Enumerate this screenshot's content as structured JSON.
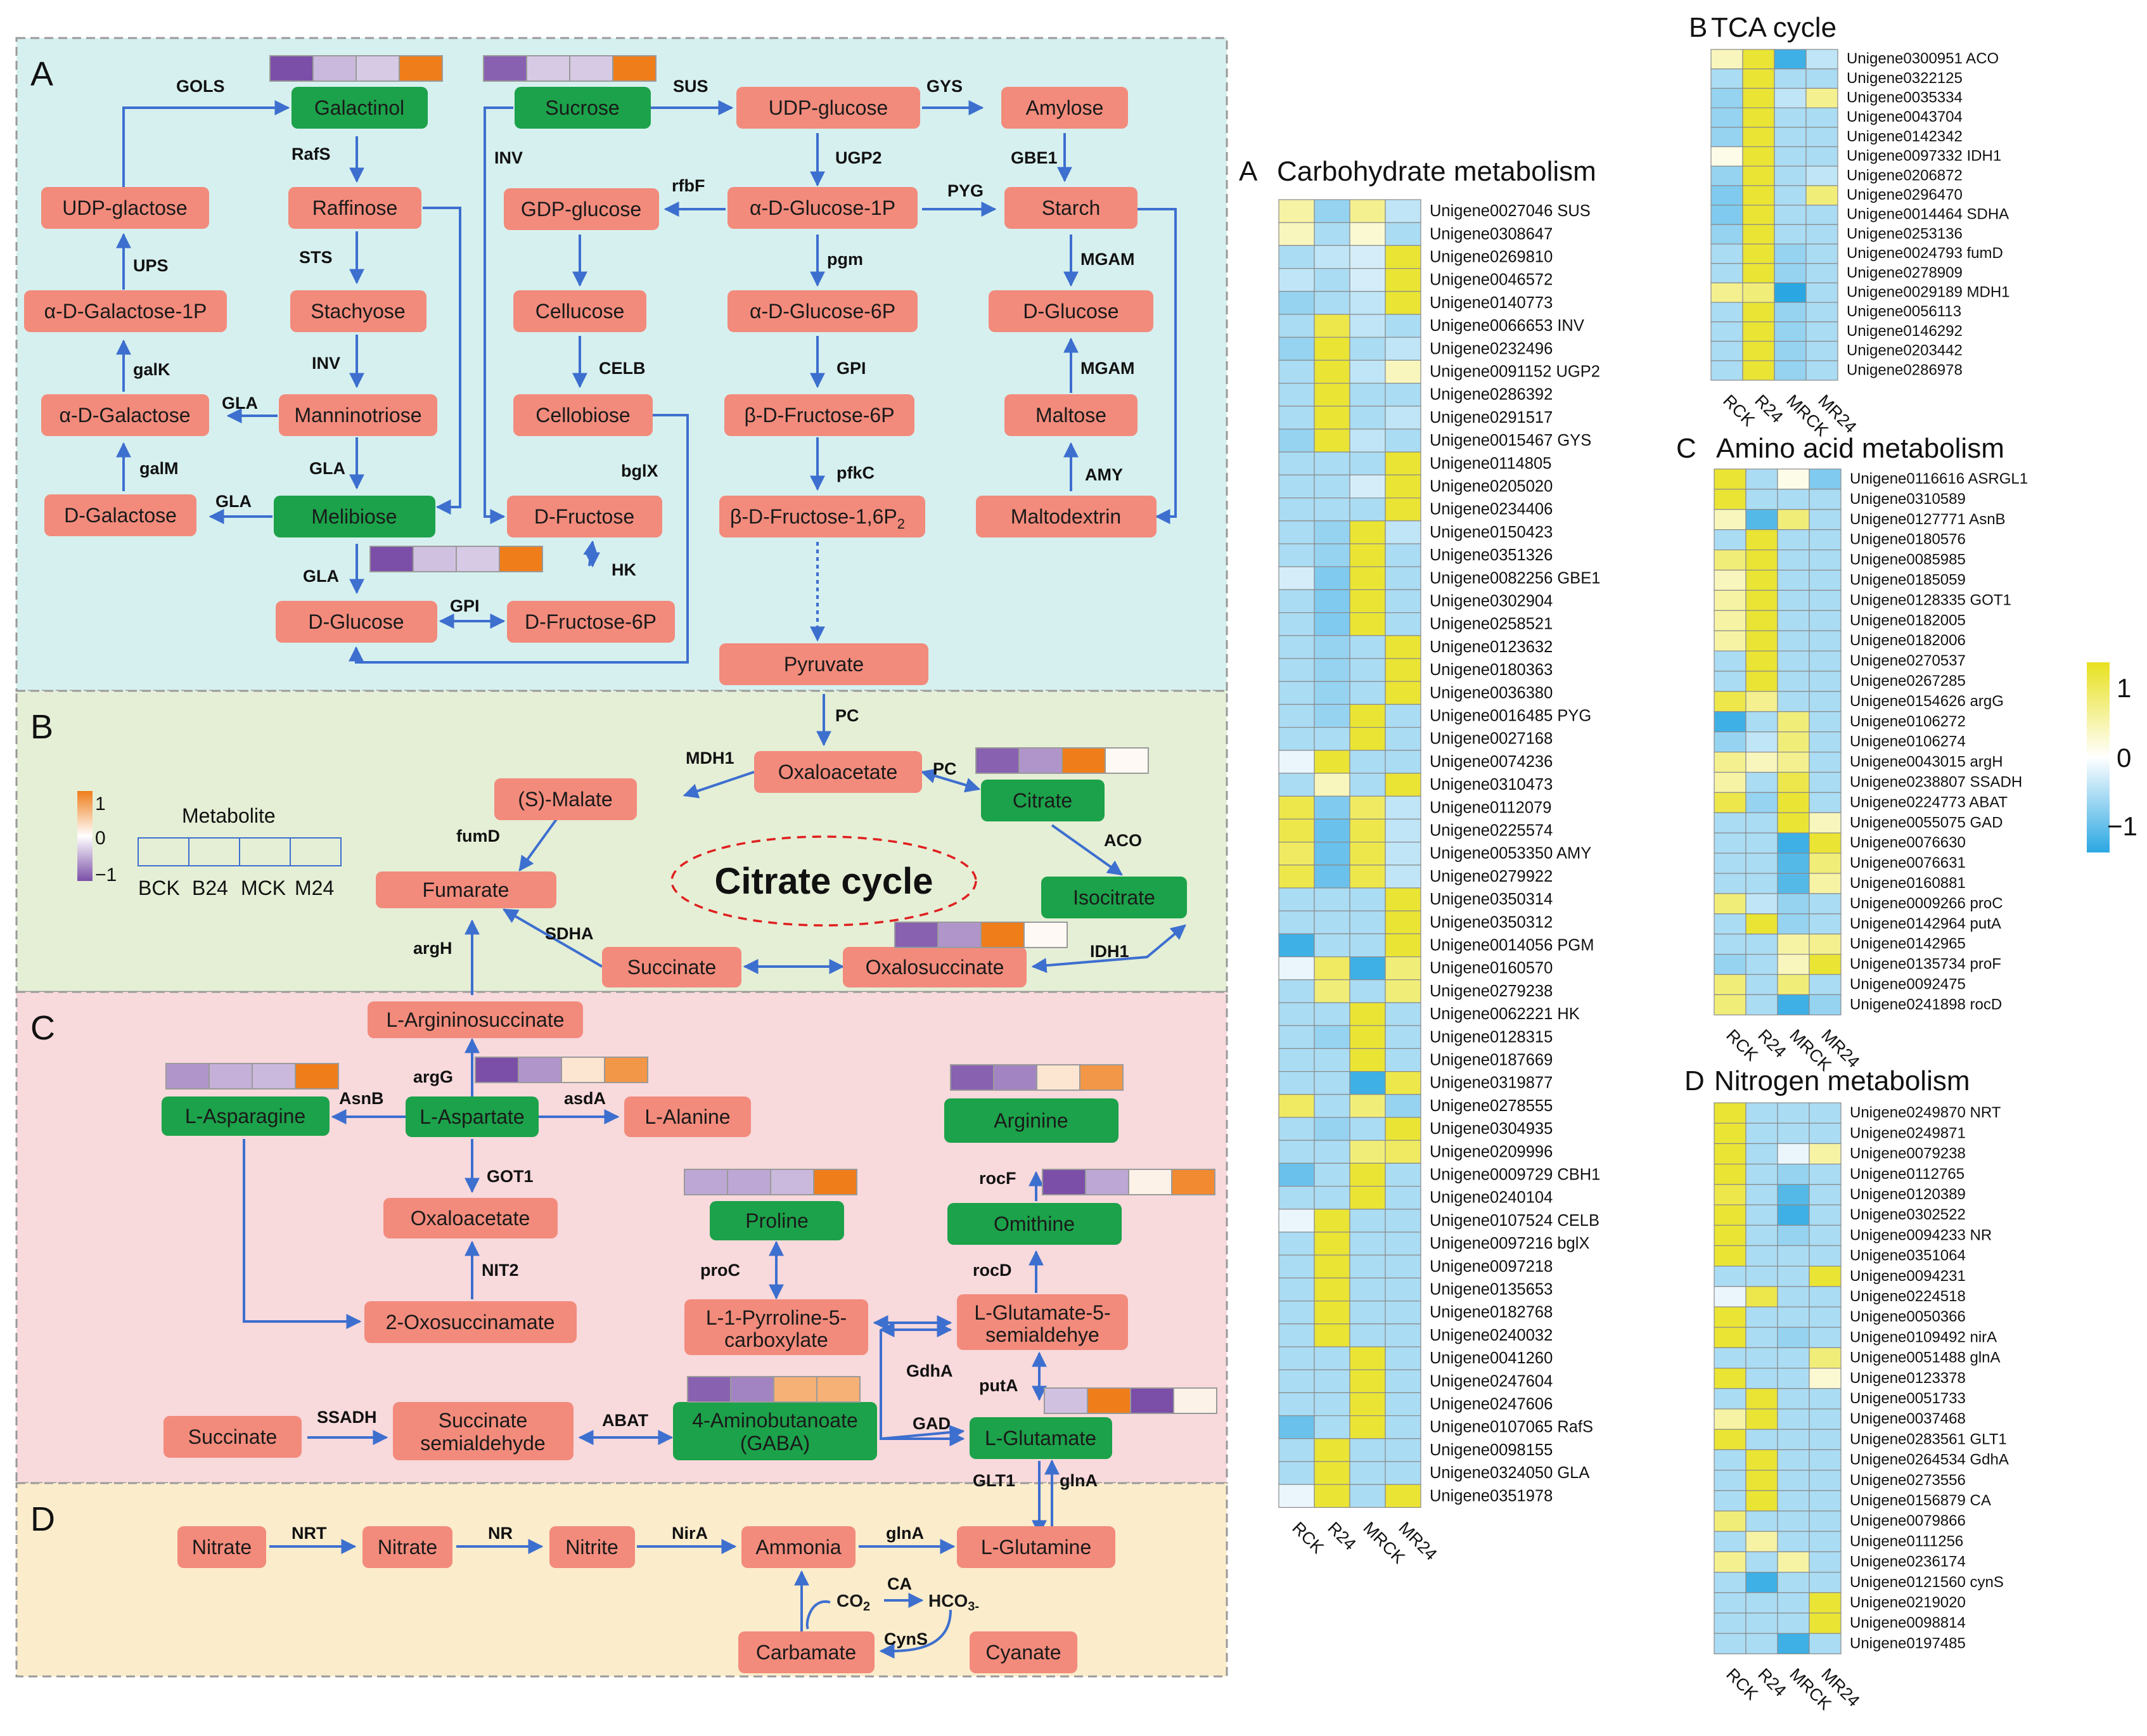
{
  "panels": {
    "A": {
      "letter": "A"
    },
    "B": {
      "letter": "B"
    },
    "C": {
      "letter": "C"
    },
    "D": {
      "letter": "D"
    }
  },
  "nodes": {
    "galactinol": "Galactinol",
    "sucrose": "Sucrose",
    "udp_glucose": "UDP-glucose",
    "amylose": "Amylose",
    "udp_glactose": "UDP-glactose",
    "raffinose": "Raffinose",
    "gdp_glucose": "GDP-glucose",
    "a_d_glucose_1p": "α-D-Glucose-1P",
    "starch": "Starch",
    "a_d_galactose_1p": "α-D-Galactose-1P",
    "stachyose": "Stachyose",
    "cellucose": "Cellucose",
    "a_d_glucose_6p": "α-D-Glucose-6P",
    "d_glucose_top": "D-Glucose",
    "a_d_galactose": "α-D-Galactose",
    "manninotriose": "Manninotriose",
    "cellobiose": "Cellobiose",
    "b_d_fructose_6p": "β-D-Fructose-6P",
    "maltose": "Maltose",
    "d_galactose": "D-Galactose",
    "melibiose": "Melibiose",
    "d_fructose": "D-Fructose",
    "b_d_fructose_16p2": "β-D-Fructose-1,6P",
    "b_d_fructose_16p2_sub": "2",
    "maltodextrin": "Maltodextrin",
    "d_glucose": "D-Glucose",
    "d_fructose_6p": "D-Fructose-6P",
    "pyruvate": "Pyruvate",
    "oxaloacetate_b": "Oxaloacetate",
    "s_malate": "(S)-Malate",
    "citrate": "Citrate",
    "fumarate": "Fumarate",
    "isocitrate": "Isocitrate",
    "succinate_b": "Succinate",
    "oxalosuccinate": "Oxalosuccinate",
    "citrate_cycle": "Citrate cycle",
    "l_argininosuccinate": "L-Argininosuccinate",
    "l_asparagine": "L-Asparagine",
    "l_aspartate": "L-Aspartate",
    "l_alanine": "L-Alanine",
    "arginine": "Arginine",
    "oxaloacetate_c": "Oxaloacetate",
    "proline": "Proline",
    "ornithine": "Omithine",
    "two_oxosuccinamate": "2-Oxosuccinamate",
    "l_1_pyrroline_1": "L-1-Pyrroline-5-",
    "l_1_pyrroline_2": "carboxylate",
    "l_glutamate_5_1": "L-Glutamate-5-",
    "l_glutamate_5_2": "semialdehye",
    "succinate_c": "Succinate",
    "succinate_semi_1": "Succinate",
    "succinate_semi_2": "semialdehyde",
    "gaba_1": "4-Aminobutanoate",
    "gaba_2": "(GABA)",
    "l_glutamate": "L-Glutamate",
    "nitrate1": "Nitrate",
    "nitrate2": "Nitrate",
    "nitrite": "Nitrite",
    "ammonia": "Ammonia",
    "l_glutamine": "L-Glutamine",
    "co2": "CO",
    "co2_sub": "2",
    "hco3": "HCO",
    "hco3_sub": "3-",
    "carbamate": "Carbamate",
    "cyanate": "Cyanate"
  },
  "enzymes": {
    "gols": "GOLS",
    "sus": "SUS",
    "gys": "GYS",
    "rafs": "RafS",
    "inv": "INV",
    "ugp2": "UGP2",
    "gbe1": "GBE1",
    "rfbf": "rfbF",
    "pyg": "PYG",
    "ups": "UPS",
    "sts": "STS",
    "pgm": "pgm",
    "mgam1": "MGAM",
    "galk": "galK",
    "inv2": "INV",
    "celb": "CELB",
    "gpi1": "GPI",
    "mgam2": "MGAM",
    "gla1": "GLA",
    "galm": "galM",
    "gla2": "GLA",
    "pfkc": "pfkC",
    "amy": "AMY",
    "gla3": "GLA",
    "bglx": "bglX",
    "gla4": "GLA",
    "hk": "HK",
    "gpi2": "GPI",
    "pc1": "PC",
    "mdh1": "MDH1",
    "pc2": "PC",
    "fumd": "fumD",
    "aco": "ACO",
    "sdha": "SDHA",
    "argh": "argH",
    "idh1": "IDH1",
    "argg": "argG",
    "asnb": "AsnB",
    "asda": "asdA",
    "got1": "GOT1",
    "rocf": "rocF",
    "nit2": "NIT2",
    "proc": "proC",
    "rocd": "rocD",
    "gdha": "GdhA",
    "puta": "putA",
    "ssadh": "SSADH",
    "abat": "ABAT",
    "gad": "GAD",
    "glt1": "GLT1",
    "glna1": "glnA",
    "nrt": "NRT",
    "nr": "NR",
    "nira": "NirA",
    "glna2": "glnA",
    "ca": "CA",
    "cyns": "CynS"
  },
  "metabolite_legend": {
    "title": "Metabolite",
    "samples": [
      "BCK",
      "B24",
      "MCK",
      "M24"
    ],
    "scale_max": "1",
    "scale_mid": "0",
    "scale_min": "−1",
    "colors": {
      "low": "#7b4fa8",
      "mid": "#ffffff",
      "high": "#ef7d1a"
    }
  },
  "metabolite_bars": {
    "galactinol": [
      -1.0,
      -0.4,
      -0.3,
      1.0
    ],
    "sucrose": [
      -0.9,
      -0.3,
      -0.3,
      1.0
    ],
    "d_glucose": [
      -1.0,
      -0.35,
      -0.3,
      1.0
    ],
    "citrate": [
      -0.9,
      -0.6,
      1.0,
      0.05
    ],
    "oxalosuccinate": [
      -0.9,
      -0.6,
      1.0,
      0.05
    ],
    "l_asparagine": [
      -0.6,
      -0.45,
      -0.4,
      1.0
    ],
    "l_aspartate": [
      -1.0,
      -0.6,
      0.2,
      0.8
    ],
    "arginine": [
      -0.9,
      -0.7,
      0.2,
      0.8
    ],
    "proline": [
      -0.5,
      -0.5,
      -0.4,
      1.0
    ],
    "ornithine": [
      -1.0,
      -0.5,
      0.1,
      0.9
    ],
    "gaba": [
      -0.9,
      -0.7,
      0.6,
      0.6
    ],
    "l_glutamate": [
      -0.35,
      1.0,
      -1.0,
      0.1
    ]
  },
  "gene_heatmap_legend": {
    "max": "1",
    "mid": "0",
    "min": "−1",
    "colors": {
      "low": "#2aa7e2",
      "mid": "#ffffff",
      "high": "#e8e11f"
    }
  },
  "heatmaps": {
    "carbohydrate": {
      "letter": "A",
      "title": "Carbohydrate metabolism",
      "columns": [
        "RCK",
        "R24",
        "MRCK",
        "MR24"
      ],
      "genes": [
        "Unigene0027046 SUS",
        "Unigene0308647",
        "Unigene0269810",
        "Unigene0046572",
        "Unigene0140773",
        "Unigene0066653 INV",
        "Unigene0232496",
        "Unigene0091152 UGP2",
        "Unigene0286392",
        "Unigene0291517",
        "Unigene0015467 GYS",
        "Unigene0114805",
        "Unigene0205020",
        "Unigene0234406",
        "Unigene0150423",
        "Unigene0351326",
        "Unigene0082256 GBE1",
        "Unigene0302904",
        "Unigene0258521",
        "Unigene0123632",
        "Unigene0180363",
        "Unigene0036380",
        "Unigene0016485 PYG",
        "Unigene0027168",
        "Unigene0074236",
        "Unigene0310473",
        "Unigene0112079",
        "Unigene0225574",
        "Unigene0053350 AMY",
        "Unigene0279922",
        "Unigene0350314",
        "Unigene0350312",
        "Unigene0014056 PGM",
        "Unigene0160570",
        "Unigene0279238",
        "Unigene0062221 HK",
        "Unigene0128315",
        "Unigene0187669",
        "Unigene0319877",
        "Unigene0278555",
        "Unigene0304935",
        "Unigene0209996",
        "Unigene0009729 CBH1",
        "Unigene0240104",
        "Unigene0107524 CELB",
        "Unigene0097216 bglX",
        "Unigene0097218",
        "Unigene0135653",
        "Unigene0182768",
        "Unigene0240032",
        "Unigene0041260",
        "Unigene0247604",
        "Unigene0247606",
        "Unigene0107065 RafS",
        "Unigene0098155",
        "Unigene0324050 GLA",
        "Unigene0351978"
      ],
      "values": [
        [
          0.4,
          -0.5,
          0.5,
          -0.3
        ],
        [
          0.3,
          -0.4,
          0.2,
          -0.4
        ],
        [
          -0.4,
          -0.3,
          -0.2,
          0.9
        ],
        [
          -0.3,
          -0.4,
          -0.2,
          0.9
        ],
        [
          -0.5,
          -0.4,
          -0.3,
          0.9
        ],
        [
          -0.4,
          0.8,
          -0.3,
          -0.4
        ],
        [
          -0.5,
          0.9,
          -0.4,
          -0.3
        ],
        [
          -0.4,
          0.9,
          -0.3,
          0.3
        ],
        [
          -0.4,
          0.9,
          -0.4,
          -0.4
        ],
        [
          -0.4,
          0.9,
          -0.4,
          -0.3
        ],
        [
          -0.5,
          0.9,
          -0.3,
          -0.4
        ],
        [
          -0.4,
          -0.4,
          -0.4,
          0.9
        ],
        [
          -0.4,
          -0.4,
          -0.2,
          0.9
        ],
        [
          -0.4,
          -0.4,
          -0.4,
          0.9
        ],
        [
          -0.4,
          -0.5,
          0.9,
          -0.3
        ],
        [
          -0.4,
          -0.5,
          0.9,
          -0.4
        ],
        [
          -0.2,
          -0.6,
          0.9,
          -0.4
        ],
        [
          -0.4,
          -0.6,
          0.9,
          -0.4
        ],
        [
          -0.4,
          -0.6,
          0.9,
          -0.4
        ],
        [
          -0.4,
          -0.5,
          -0.4,
          0.9
        ],
        [
          -0.4,
          -0.5,
          -0.4,
          0.9
        ],
        [
          -0.4,
          -0.5,
          -0.4,
          0.9
        ],
        [
          -0.4,
          -0.5,
          0.9,
          -0.4
        ],
        [
          -0.4,
          -0.4,
          0.9,
          -0.4
        ],
        [
          -0.1,
          0.9,
          -0.4,
          -0.4
        ],
        [
          -0.4,
          0.3,
          -0.4,
          0.9
        ],
        [
          0.8,
          -0.6,
          0.7,
          -0.3
        ],
        [
          0.8,
          -0.7,
          0.8,
          -0.3
        ],
        [
          0.7,
          -0.7,
          0.8,
          -0.3
        ],
        [
          0.8,
          -0.7,
          0.8,
          -0.3
        ],
        [
          -0.4,
          -0.4,
          -0.4,
          0.9
        ],
        [
          -0.4,
          -0.4,
          -0.4,
          0.9
        ],
        [
          -0.9,
          -0.4,
          -0.4,
          0.9
        ],
        [
          -0.1,
          0.7,
          -0.9,
          0.6
        ],
        [
          -0.4,
          0.6,
          -0.4,
          0.6
        ],
        [
          -0.4,
          -0.4,
          0.9,
          -0.4
        ],
        [
          -0.4,
          -0.5,
          0.9,
          -0.4
        ],
        [
          -0.4,
          -0.4,
          0.9,
          -0.4
        ],
        [
          -0.4,
          -0.4,
          -0.9,
          0.8
        ],
        [
          0.7,
          -0.4,
          0.6,
          -0.5
        ],
        [
          -0.4,
          -0.5,
          -0.4,
          0.9
        ],
        [
          -0.4,
          -0.4,
          0.6,
          0.7
        ],
        [
          -0.7,
          -0.4,
          0.9,
          -0.4
        ],
        [
          -0.4,
          -0.4,
          0.9,
          -0.4
        ],
        [
          -0.1,
          0.9,
          -0.4,
          -0.4
        ],
        [
          -0.4,
          0.9,
          -0.4,
          -0.4
        ],
        [
          -0.4,
          0.9,
          -0.4,
          -0.4
        ],
        [
          -0.4,
          0.9,
          -0.4,
          -0.4
        ],
        [
          -0.4,
          0.9,
          -0.4,
          -0.4
        ],
        [
          -0.4,
          0.9,
          -0.4,
          -0.4
        ],
        [
          -0.4,
          -0.4,
          0.9,
          -0.4
        ],
        [
          -0.4,
          -0.4,
          0.9,
          -0.4
        ],
        [
          -0.4,
          -0.4,
          0.9,
          -0.4
        ],
        [
          -0.7,
          -0.4,
          0.9,
          -0.4
        ],
        [
          -0.4,
          0.9,
          -0.4,
          -0.4
        ],
        [
          -0.4,
          0.9,
          -0.4,
          -0.4
        ],
        [
          -0.1,
          0.9,
          -0.4,
          0.9
        ]
      ]
    },
    "tca": {
      "letter": "B",
      "title": "TCA cycle",
      "columns": [
        "RCK",
        "R24",
        "MRCK",
        "MR24"
      ],
      "genes": [
        "Unigene0300951 ACO",
        "Unigene0322125",
        "Unigene0035334",
        "Unigene0043704",
        "Unigene0142342",
        "Unigene0097332 IDH1",
        "Unigene0206872",
        "Unigene0296470",
        "Unigene0014464 SDHA",
        "Unigene0253136",
        "Unigene0024793 fumD",
        "Unigene0278909",
        "Unigene0029189 MDH1",
        "Unigene0056113",
        "Unigene0146292",
        "Unigene0203442",
        "Unigene0286978"
      ],
      "values": [
        [
          0.3,
          0.9,
          -0.9,
          -0.3
        ],
        [
          -0.4,
          0.9,
          -0.4,
          -0.4
        ],
        [
          -0.5,
          0.9,
          -0.3,
          0.5
        ],
        [
          -0.5,
          0.9,
          -0.4,
          -0.4
        ],
        [
          -0.5,
          0.9,
          -0.4,
          -0.4
        ],
        [
          0.1,
          0.9,
          -0.4,
          -0.4
        ],
        [
          -0.5,
          0.9,
          -0.4,
          -0.3
        ],
        [
          -0.6,
          0.9,
          -0.4,
          0.6
        ],
        [
          -0.6,
          0.9,
          -0.4,
          -0.4
        ],
        [
          -0.5,
          0.9,
          -0.4,
          -0.4
        ],
        [
          -0.4,
          0.9,
          -0.5,
          -0.4
        ],
        [
          -0.4,
          0.9,
          -0.5,
          -0.4
        ],
        [
          0.5,
          0.6,
          -1.0,
          -0.4
        ],
        [
          -0.4,
          0.9,
          -0.5,
          -0.4
        ],
        [
          -0.4,
          0.9,
          -0.5,
          -0.4
        ],
        [
          -0.4,
          0.9,
          -0.5,
          -0.4
        ],
        [
          -0.4,
          0.9,
          -0.5,
          -0.4
        ]
      ]
    },
    "amino": {
      "letter": "C",
      "title": "Amino acid metabolism",
      "columns": [
        "RCK",
        "R24",
        "MRCK",
        "MR24"
      ],
      "genes": [
        "Unigene0116616 ASRGL1",
        "Unigene0310589",
        "Unigene0127771 AsnB",
        "Unigene0180576",
        "Unigene0085985",
        "Unigene0185059",
        "Unigene0128335 GOT1",
        "Unigene0182005",
        "Unigene0182006",
        "Unigene0270537",
        "Unigene0267285",
        "Unigene0154626 argG",
        "Unigene0106272",
        "Unigene0106274",
        "Unigene0043015 argH",
        "Unigene0238807 SSADH",
        "Unigene0224773 ABAT",
        "Unigene0055075 GAD",
        "Unigene0076630",
        "Unigene0076631",
        "Unigene0160881",
        "Unigene0009266 proC",
        "Unigene0142964 putA",
        "Unigene0142965",
        "Unigene0135734 proF",
        "Unigene0092475",
        "Unigene0241898 rocD"
      ],
      "values": [
        [
          0.9,
          -0.4,
          0.1,
          -0.6
        ],
        [
          0.9,
          -0.4,
          -0.4,
          -0.4
        ],
        [
          0.3,
          -0.8,
          0.6,
          -0.4
        ],
        [
          -0.4,
          0.9,
          -0.4,
          -0.4
        ],
        [
          0.6,
          0.9,
          -0.4,
          -0.4
        ],
        [
          0.3,
          0.9,
          -0.4,
          -0.4
        ],
        [
          0.4,
          0.9,
          -0.4,
          -0.4
        ],
        [
          0.4,
          0.9,
          -0.4,
          -0.4
        ],
        [
          0.4,
          0.9,
          -0.4,
          -0.4
        ],
        [
          -0.4,
          0.9,
          -0.4,
          -0.4
        ],
        [
          -0.4,
          0.9,
          -0.4,
          -0.4
        ],
        [
          0.8,
          0.5,
          -0.4,
          -0.4
        ],
        [
          -0.9,
          -0.4,
          0.6,
          -0.4
        ],
        [
          -0.5,
          -0.3,
          0.6,
          -0.4
        ],
        [
          0.5,
          0.3,
          0.5,
          -0.4
        ],
        [
          0.4,
          -0.4,
          0.8,
          -0.4
        ],
        [
          0.8,
          -0.5,
          0.9,
          -0.4
        ],
        [
          -0.4,
          -0.4,
          0.9,
          0.3
        ],
        [
          -0.4,
          -0.4,
          -0.9,
          0.9
        ],
        [
          -0.4,
          -0.4,
          -0.8,
          0.6
        ],
        [
          -0.4,
          -0.4,
          -0.8,
          0.4
        ],
        [
          0.6,
          -0.3,
          -0.5,
          -0.4
        ],
        [
          -0.4,
          0.9,
          -0.5,
          -0.4
        ],
        [
          -0.4,
          -0.4,
          0.4,
          0.5
        ],
        [
          -0.5,
          -0.4,
          0.3,
          0.9
        ],
        [
          0.6,
          -0.4,
          0.6,
          -0.4
        ],
        [
          0.6,
          -0.4,
          -0.9,
          -0.5
        ]
      ]
    },
    "nitrogen": {
      "letter": "D",
      "title": "Nitrogen metabolism",
      "columns": [
        "RCK",
        "R24",
        "MRCK",
        "MR24"
      ],
      "genes": [
        "Unigene0249870 NRT",
        "Unigene0249871",
        "Unigene0079238",
        "Unigene0112765",
        "Unigene0120389",
        "Unigene0302522",
        "Unigene0094233 NR",
        "Unigene0351064",
        "Unigene0094231",
        "Unigene0224518",
        "Unigene0050366",
        "Unigene0109492 nirA",
        "Unigene0051488 glnA",
        "Unigene0123378",
        "Unigene0051733",
        "Unigene0037468",
        "Unigene0283561 GLT1",
        "Unigene0264534 GdhA",
        "Unigene0273556",
        "Unigene0156879 CA",
        "Unigene0079866",
        "Unigene0111256",
        "Unigene0236174",
        "Unigene0121560 cynS",
        "Unigene0219020",
        "Unigene0098814",
        "Unigene0197485"
      ],
      "values": [
        [
          0.9,
          -0.4,
          -0.4,
          -0.4
        ],
        [
          0.9,
          -0.4,
          -0.4,
          -0.4
        ],
        [
          0.9,
          -0.4,
          -0.1,
          0.4
        ],
        [
          0.9,
          -0.4,
          -0.5,
          -0.4
        ],
        [
          0.8,
          -0.4,
          -0.8,
          -0.4
        ],
        [
          0.9,
          -0.4,
          -0.9,
          -0.4
        ],
        [
          0.9,
          -0.4,
          -0.5,
          -0.4
        ],
        [
          0.9,
          -0.4,
          -0.4,
          -0.4
        ],
        [
          -0.4,
          -0.4,
          -0.4,
          0.9
        ],
        [
          -0.1,
          0.8,
          -0.4,
          -0.4
        ],
        [
          0.9,
          -0.4,
          -0.4,
          -0.4
        ],
        [
          0.9,
          -0.4,
          -0.5,
          -0.4
        ],
        [
          -0.4,
          -0.4,
          -0.4,
          0.6
        ],
        [
          0.9,
          -0.4,
          -0.4,
          0.2
        ],
        [
          -0.4,
          0.9,
          -0.4,
          -0.4
        ],
        [
          0.4,
          0.9,
          -0.4,
          -0.4
        ],
        [
          0.9,
          -0.4,
          -0.4,
          -0.4
        ],
        [
          -0.4,
          0.9,
          -0.4,
          -0.4
        ],
        [
          -0.4,
          0.9,
          -0.4,
          -0.4
        ],
        [
          -0.4,
          0.9,
          -0.4,
          -0.4
        ],
        [
          0.6,
          -0.4,
          -0.4,
          -0.4
        ],
        [
          -0.4,
          0.4,
          -0.4,
          -0.4
        ],
        [
          0.5,
          -0.4,
          0.4,
          -0.4
        ],
        [
          -0.4,
          -0.9,
          -0.4,
          -0.4
        ],
        [
          -0.4,
          -0.4,
          -0.4,
          0.9
        ],
        [
          -0.4,
          -0.4,
          -0.4,
          0.9
        ],
        [
          -0.4,
          -0.4,
          -0.9,
          -0.4
        ]
      ]
    }
  }
}
